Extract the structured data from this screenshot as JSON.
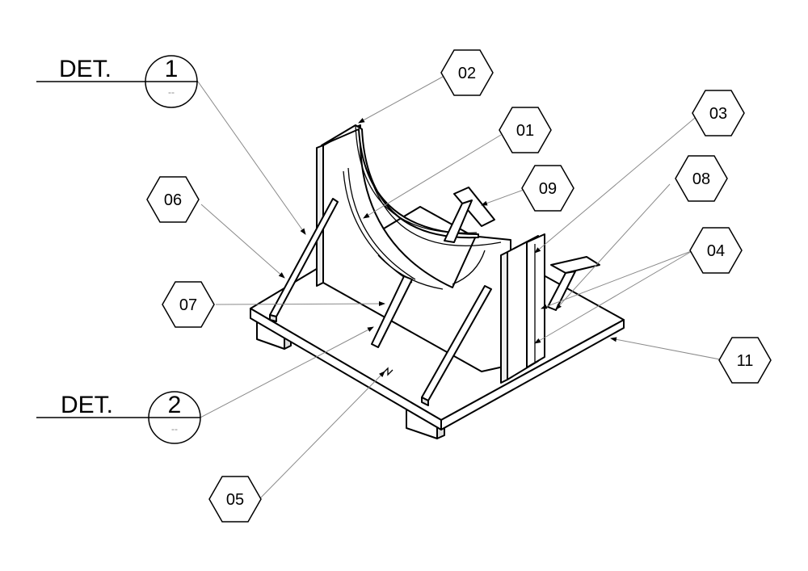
{
  "details": [
    {
      "prefix": "DET.",
      "number": "1",
      "sheet": "--"
    },
    {
      "prefix": "DET.",
      "number": "2",
      "sheet": "--"
    }
  ],
  "callouts": [
    "02",
    "01",
    "03",
    "06",
    "09",
    "08",
    "04",
    "07",
    "11",
    "05"
  ]
}
